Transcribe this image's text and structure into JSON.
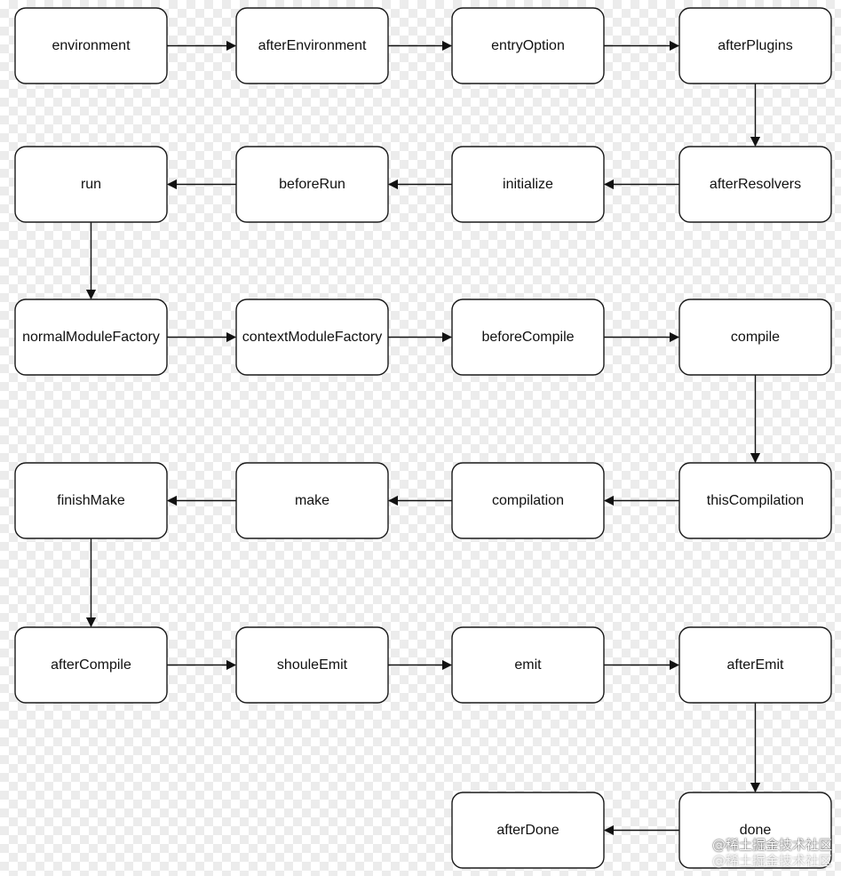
{
  "diagram": {
    "nodes": [
      {
        "id": "environment",
        "label": "environment"
      },
      {
        "id": "afterEnvironment",
        "label": "afterEnvironment"
      },
      {
        "id": "entryOption",
        "label": "entryOption"
      },
      {
        "id": "afterPlugins",
        "label": "afterPlugins"
      },
      {
        "id": "afterResolvers",
        "label": "afterResolvers"
      },
      {
        "id": "initialize",
        "label": "initialize"
      },
      {
        "id": "beforeRun",
        "label": "beforeRun"
      },
      {
        "id": "run",
        "label": "run"
      },
      {
        "id": "normalModuleFactory",
        "label": "normalModuleFactory"
      },
      {
        "id": "contextModuleFactory",
        "label": "contextModuleFactory"
      },
      {
        "id": "beforeCompile",
        "label": "beforeCompile"
      },
      {
        "id": "compile",
        "label": "compile"
      },
      {
        "id": "thisCompilation",
        "label": "thisCompilation"
      },
      {
        "id": "compilation",
        "label": "compilation"
      },
      {
        "id": "make",
        "label": "make"
      },
      {
        "id": "finishMake",
        "label": "finishMake"
      },
      {
        "id": "afterCompile",
        "label": "afterCompile"
      },
      {
        "id": "shouleEmit",
        "label": "shouleEmit"
      },
      {
        "id": "emit",
        "label": "emit"
      },
      {
        "id": "afterEmit",
        "label": "afterEmit"
      },
      {
        "id": "done",
        "label": "done"
      },
      {
        "id": "afterDone",
        "label": "afterDone"
      }
    ],
    "edges": [
      {
        "from": "environment",
        "to": "afterEnvironment"
      },
      {
        "from": "afterEnvironment",
        "to": "entryOption"
      },
      {
        "from": "entryOption",
        "to": "afterPlugins"
      },
      {
        "from": "afterPlugins",
        "to": "afterResolvers"
      },
      {
        "from": "afterResolvers",
        "to": "initialize"
      },
      {
        "from": "initialize",
        "to": "beforeRun"
      },
      {
        "from": "beforeRun",
        "to": "run"
      },
      {
        "from": "run",
        "to": "normalModuleFactory"
      },
      {
        "from": "normalModuleFactory",
        "to": "contextModuleFactory"
      },
      {
        "from": "contextModuleFactory",
        "to": "beforeCompile"
      },
      {
        "from": "beforeCompile",
        "to": "compile"
      },
      {
        "from": "compile",
        "to": "thisCompilation"
      },
      {
        "from": "thisCompilation",
        "to": "compilation"
      },
      {
        "from": "compilation",
        "to": "make"
      },
      {
        "from": "make",
        "to": "finishMake"
      },
      {
        "from": "finishMake",
        "to": "afterCompile"
      },
      {
        "from": "afterCompile",
        "to": "shouleEmit"
      },
      {
        "from": "shouleEmit",
        "to": "emit"
      },
      {
        "from": "emit",
        "to": "afterEmit"
      },
      {
        "from": "afterEmit",
        "to": "done"
      },
      {
        "from": "done",
        "to": "afterDone"
      }
    ]
  },
  "watermark": {
    "line1": "@稀土掘金技术社区",
    "line2": "@稀土掘金技术社区"
  }
}
